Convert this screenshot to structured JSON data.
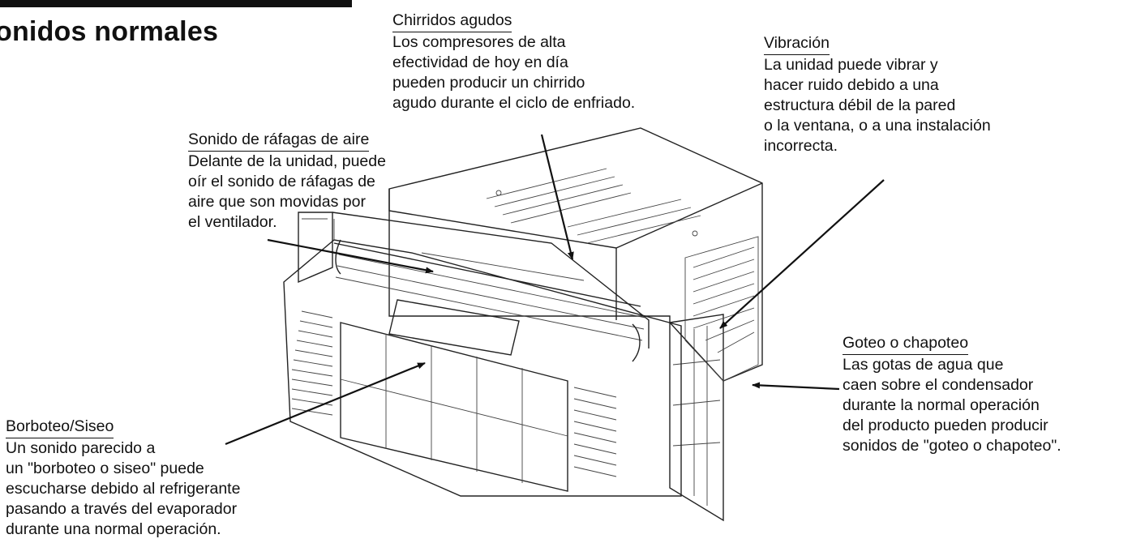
{
  "page": {
    "title": "onidos normales"
  },
  "callouts": {
    "chirridos": {
      "head": "Chirridos agudos",
      "body": "Los compresores de alta\nefectividad de hoy en día\npueden producir un chirrido\nagudo durante el ciclo de enfriado."
    },
    "vibracion": {
      "head": "Vibración",
      "body": "La unidad puede vibrar y\nhacer ruido debido a una\nestructura débil de la pared\no la ventana, o a una instalación\nincorrecta."
    },
    "rafagas": {
      "head": "Sonido de ráfagas de aire",
      "body": "Delante de la unidad, puede\noír el sonido de ráfagas de\naire que son movidas por\nel ventilador."
    },
    "goteo": {
      "head": "Goteo o chapoteo",
      "body": "Las gotas de agua que\ncaen sobre el condensador\ndurante la normal operación\ndel producto pueden producir\nsonidos de \"goteo o chapoteo\"."
    },
    "borboteo": {
      "head": "Borboteo/Siseo",
      "body": "Un sonido parecido a\nun \"borboteo o siseo\" puede\nescucharse debido al refrigerante\npasando a través del evaporador\ndurante una normal operación."
    }
  }
}
